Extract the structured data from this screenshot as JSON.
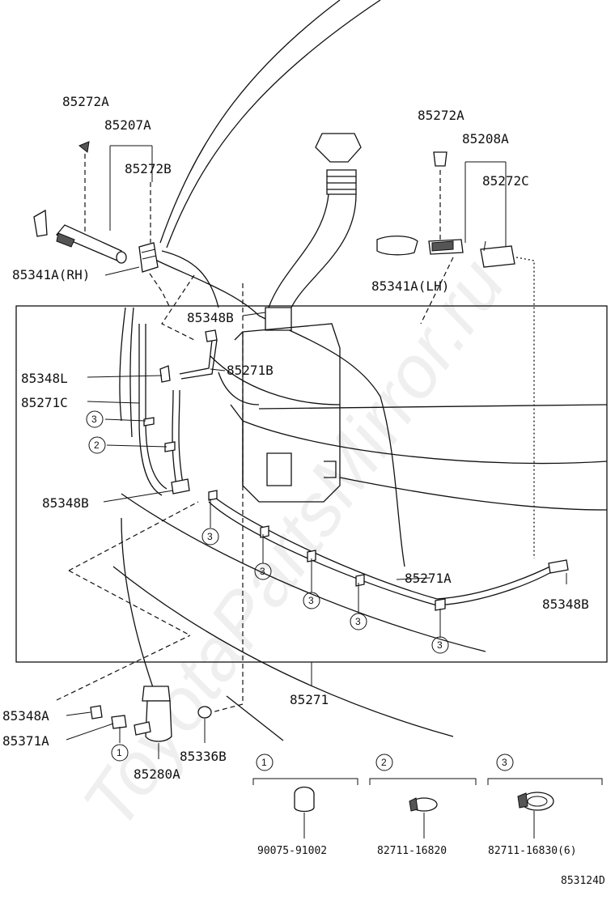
{
  "labels": {
    "p85272A_rh": "85272A",
    "p85207A": "85207A",
    "p85272B": "85272B",
    "p85341A_rh": "85341A(RH)",
    "p85272A_lh": "85272A",
    "p85208A": "85208A",
    "p85272C": "85272C",
    "p85341A_lh": "85341A(LH)",
    "p85348B_top": "85348B",
    "p85348L": "85348L",
    "p85271B": "85271B",
    "p85271C": "85271C",
    "p85348B_left": "85348B",
    "p85271A": "85271A",
    "p85348B_right": "85348B",
    "p85271": "85271",
    "p85348A": "85348A",
    "p85371A": "85371A",
    "p85336B": "85336B",
    "p85280A": "85280A"
  },
  "callouts": {
    "one": "1",
    "two": "2",
    "three": "3"
  },
  "legend": {
    "item1_num": "1",
    "item1_part": "90075-91002",
    "item2_num": "2",
    "item2_part": "82711-16820",
    "item3_num": "3",
    "item3_part": "82711-16830(6)"
  },
  "diagram_id": "853124D",
  "watermark": "ToyotaPartsMirror.ru"
}
